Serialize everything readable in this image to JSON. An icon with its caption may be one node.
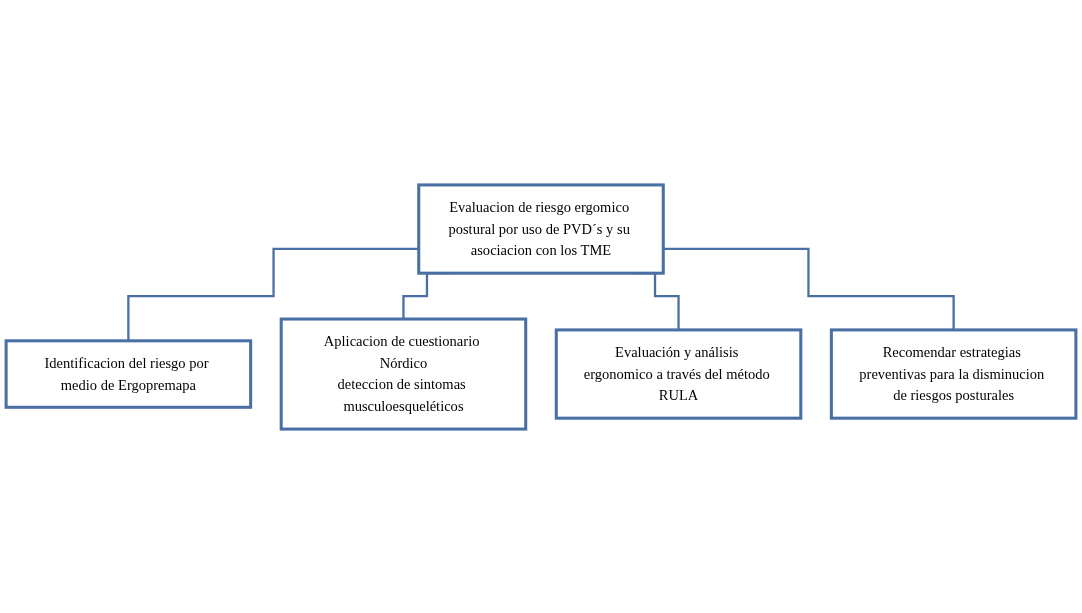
{
  "diagram": {
    "nodes": [
      {
        "text": [
          "Evaluacion de riesgo ergomico postural por uso de PVD´s y su asociacion con los TME"
        ]
      },
      {
        "text": [
          "Identificacion del riesgo por medio de Ergopremapa"
        ]
      },
      {
        "text": [
          "Aplicacion de cuestionario Nórdico",
          "deteccion de sintomas musculoesqueléticos"
        ]
      },
      {
        "text": [
          "Evaluación y análisis ergonomico a través del método RULA"
        ]
      },
      {
        "text": [
          "Recomendar estrategias preventivas para la disminucion de riesgos posturales"
        ]
      }
    ],
    "edges": [
      {
        "from": 0,
        "to": 1,
        "arrow": "none"
      },
      {
        "from": 0,
        "to": 2,
        "arrow": "none"
      },
      {
        "from": 0,
        "to": 3,
        "arrow": "none"
      },
      {
        "from": 0,
        "to": 4,
        "arrow": "none"
      }
    ]
  }
}
